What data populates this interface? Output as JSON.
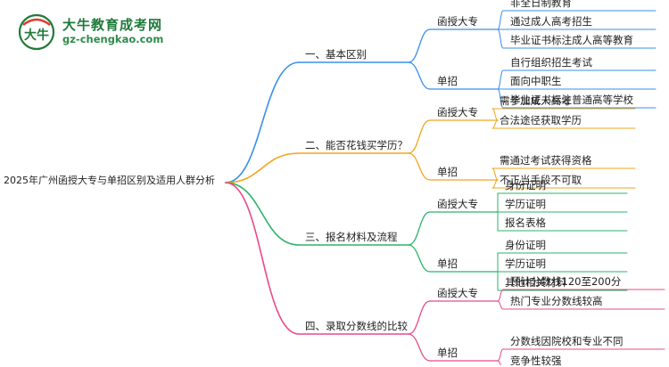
{
  "logo": {
    "title": "大牛教育成考网",
    "url": "gz-chengkao.com",
    "mark_text": "大牛"
  },
  "colors": {
    "branch1": "#3a8fe8",
    "branch2": "#f2a51f",
    "branch3": "#2bb36a",
    "branch4": "#e84a8a",
    "logo_green": "#1f7a3a",
    "logo_red": "#e03b2f"
  },
  "root": {
    "label": "2025年广州函授大专与单招区别及适用人群分析"
  },
  "branches": [
    {
      "label": "一、基本区别",
      "children": [
        {
          "label": "函授大专",
          "leaves": [
            "非全日制教育",
            "通过成人高考招生",
            "毕业证书标注成人高等教育"
          ]
        },
        {
          "label": "单招",
          "leaves": [
            "自行组织招生考试",
            "面向中职生",
            "毕业证书标注普通高等学校"
          ]
        }
      ]
    },
    {
      "label": "二、能否花钱买学历？",
      "children": [
        {
          "label": "函授大专",
          "leaves": [
            "需参加成人高考",
            "合法途径获取学历"
          ]
        },
        {
          "label": "单招",
          "leaves": [
            "需通过考试获得资格",
            "不正当手段不可取"
          ]
        }
      ]
    },
    {
      "label": "三、报名材料及流程",
      "children": [
        {
          "label": "函授大专",
          "leaves": [
            "身份证明",
            "学历证明",
            "报名表格"
          ]
        },
        {
          "label": "单招",
          "leaves": [
            "身份证明",
            "学历证明",
            "其他相关材料"
          ]
        }
      ]
    },
    {
      "label": "四、录取分数线的比较",
      "children": [
        {
          "label": "函授大专",
          "leaves": [
            "预计分数线120至200分",
            "热门专业分数线较高"
          ]
        },
        {
          "label": "单招",
          "leaves": [
            "分数线因院校和专业不同",
            "竞争性较强"
          ]
        }
      ]
    }
  ]
}
